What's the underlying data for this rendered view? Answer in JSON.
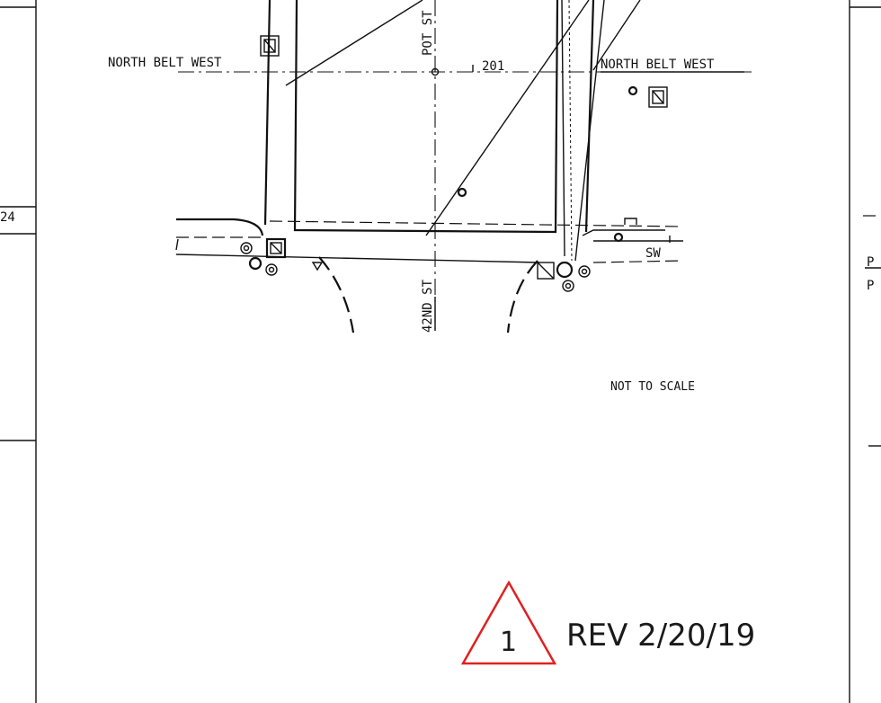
{
  "labels": {
    "road_top_left": "NORTH BELT WEST",
    "road_top_right": "NORTH BELT WEST",
    "street_top": "POT ST",
    "street_bottom": "42ND ST",
    "route_number": "201",
    "sidewalk": "SW",
    "left_margin_number": "24",
    "right_margin_text_1": "P",
    "right_margin_text_2": "P",
    "scale_note": "NOT TO SCALE"
  },
  "revision": {
    "number": "1",
    "text": "REV 2/20/19",
    "triangle_color": "#e02020"
  },
  "colors": {
    "ink": "#111111",
    "background": "#ffffff"
  }
}
